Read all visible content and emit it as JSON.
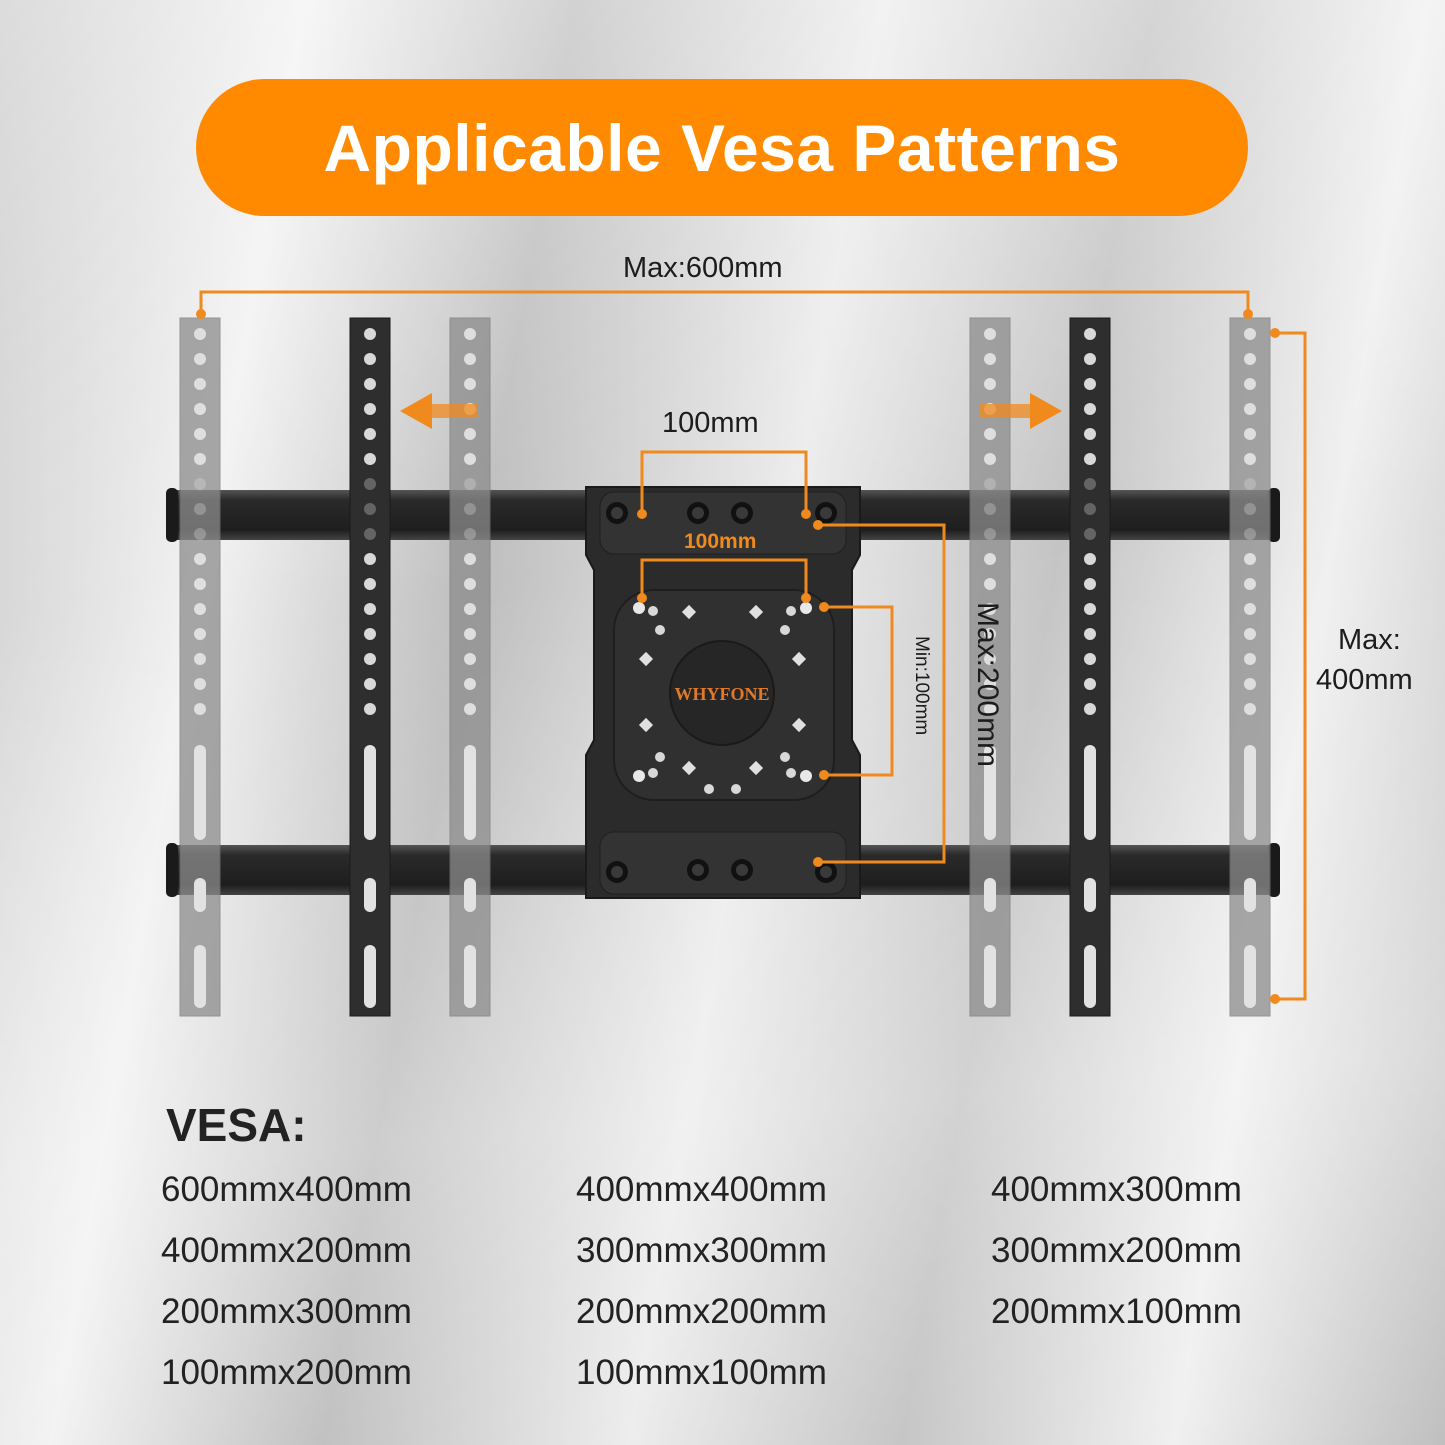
{
  "title": "Applicable Vesa Patterns",
  "colors": {
    "accent": "#ff8a00",
    "line_orange": "#f08a1c",
    "bracket_dark": "#2a2a2a",
    "bracket_light": "#8c8c8c"
  },
  "diagram": {
    "max_width_label": "Max:600mm",
    "max_height_label_line1": "Max:",
    "max_height_label_line2": "400mm",
    "top_pitch_label": "100mm",
    "inner_pitch_label": "100mm",
    "min_vertical_label": "Min:100mm",
    "max_vertical_label": "Max:200mm",
    "brand": "WHYFONE",
    "arrows": [
      "arrow-left-icon",
      "arrow-right-icon"
    ]
  },
  "vesa": {
    "heading": "VESA:",
    "patterns": [
      "600mmx400mm",
      "400mmx400mm",
      "400mmx300mm",
      "400mmx200mm",
      "300mmx300mm",
      "300mmx200mm",
      "200mmx300mm",
      "200mmx200mm",
      "200mmx100mm",
      "100mmx200mm",
      "100mmx100mm"
    ]
  }
}
